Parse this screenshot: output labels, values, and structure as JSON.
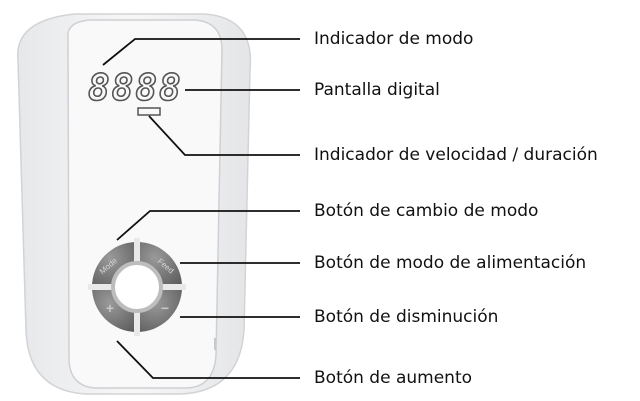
{
  "labels": {
    "mode_indicator": "Indicador de modo",
    "digital_display": "Pantalla digital",
    "speed_duration_indicator": "Indicador de velocidad / duración",
    "mode_change_button": "Botón de cambio de modo",
    "feed_mode_button": "Botón de modo de alimentación",
    "decrease_button": "Botón de disminución",
    "increase_button": "Botón de aumento"
  },
  "display": {
    "digits": "8888"
  },
  "buttons": {
    "mode_text": "Mode",
    "feed_text": "Feed",
    "plus_symbol": "+",
    "minus_symbol": "−"
  }
}
